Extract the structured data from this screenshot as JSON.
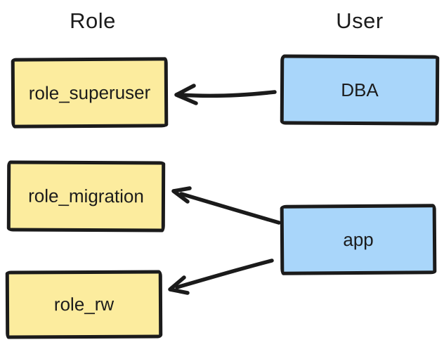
{
  "diagram": {
    "headings": {
      "left": "Role",
      "right": "User"
    },
    "roles": [
      {
        "label": "role_superuser"
      },
      {
        "label": "role_migration"
      },
      {
        "label": "role_rw"
      }
    ],
    "users": [
      {
        "label": "DBA"
      },
      {
        "label": "app"
      }
    ],
    "connections": [
      {
        "from": "DBA",
        "to": "role_superuser"
      },
      {
        "from": "app",
        "to": "role_migration"
      },
      {
        "from": "app",
        "to": "role_rw"
      }
    ],
    "colors": {
      "role_fill": "#fcec9e",
      "user_fill": "#a9d6fa",
      "stroke": "#1b1b1b",
      "background": "#ffffff"
    }
  }
}
